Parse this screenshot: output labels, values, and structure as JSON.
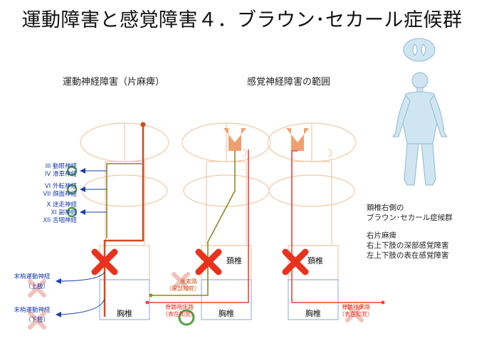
{
  "title": "運動障害と感覚障害４．ブラウン･セカール症候群",
  "left_heading": "運動神経障害（片麻痺）",
  "right_heading": "感覚神経障害の範囲",
  "cranial_nerves": [
    "III 動眼神経",
    "IV 滑車神経",
    "VI 外転神経",
    "VII 顔面神経",
    "X 迷走神経",
    "XI 副神経",
    "XII 舌咽神経"
  ],
  "peripheral": {
    "upper": "末梢運動神経",
    "upper_limb": "（上肢）",
    "lower": "末梢運動神経",
    "lower_limb": "（下肢）"
  },
  "spine": {
    "cervical": "頚椎",
    "thoracic": "胸椎"
  },
  "tracts": {
    "dorsal": "後索路",
    "dorsal_sense": "（深部知覚）",
    "spinothalamic": "脊髄視床路",
    "spinothalamic_sense": "（表在知覚）"
  },
  "notes": {
    "line1": "頚椎右側の",
    "line2": "ブラウン･セカール症候群",
    "line3": "右片麻痺",
    "line4": "右上下肢の深部感覚障害",
    "line5": "左上下肢の表在感覚障害"
  },
  "colors": {
    "motor": "#d44a1e",
    "dorsal": "#8a8a2a",
    "sensory": "#e8463a",
    "nerve_text": "#1d3fb0",
    "lesion": "#e8321e",
    "outline": "#f2c9a8",
    "circle": "#52a040",
    "arrow": "#f0a070"
  }
}
